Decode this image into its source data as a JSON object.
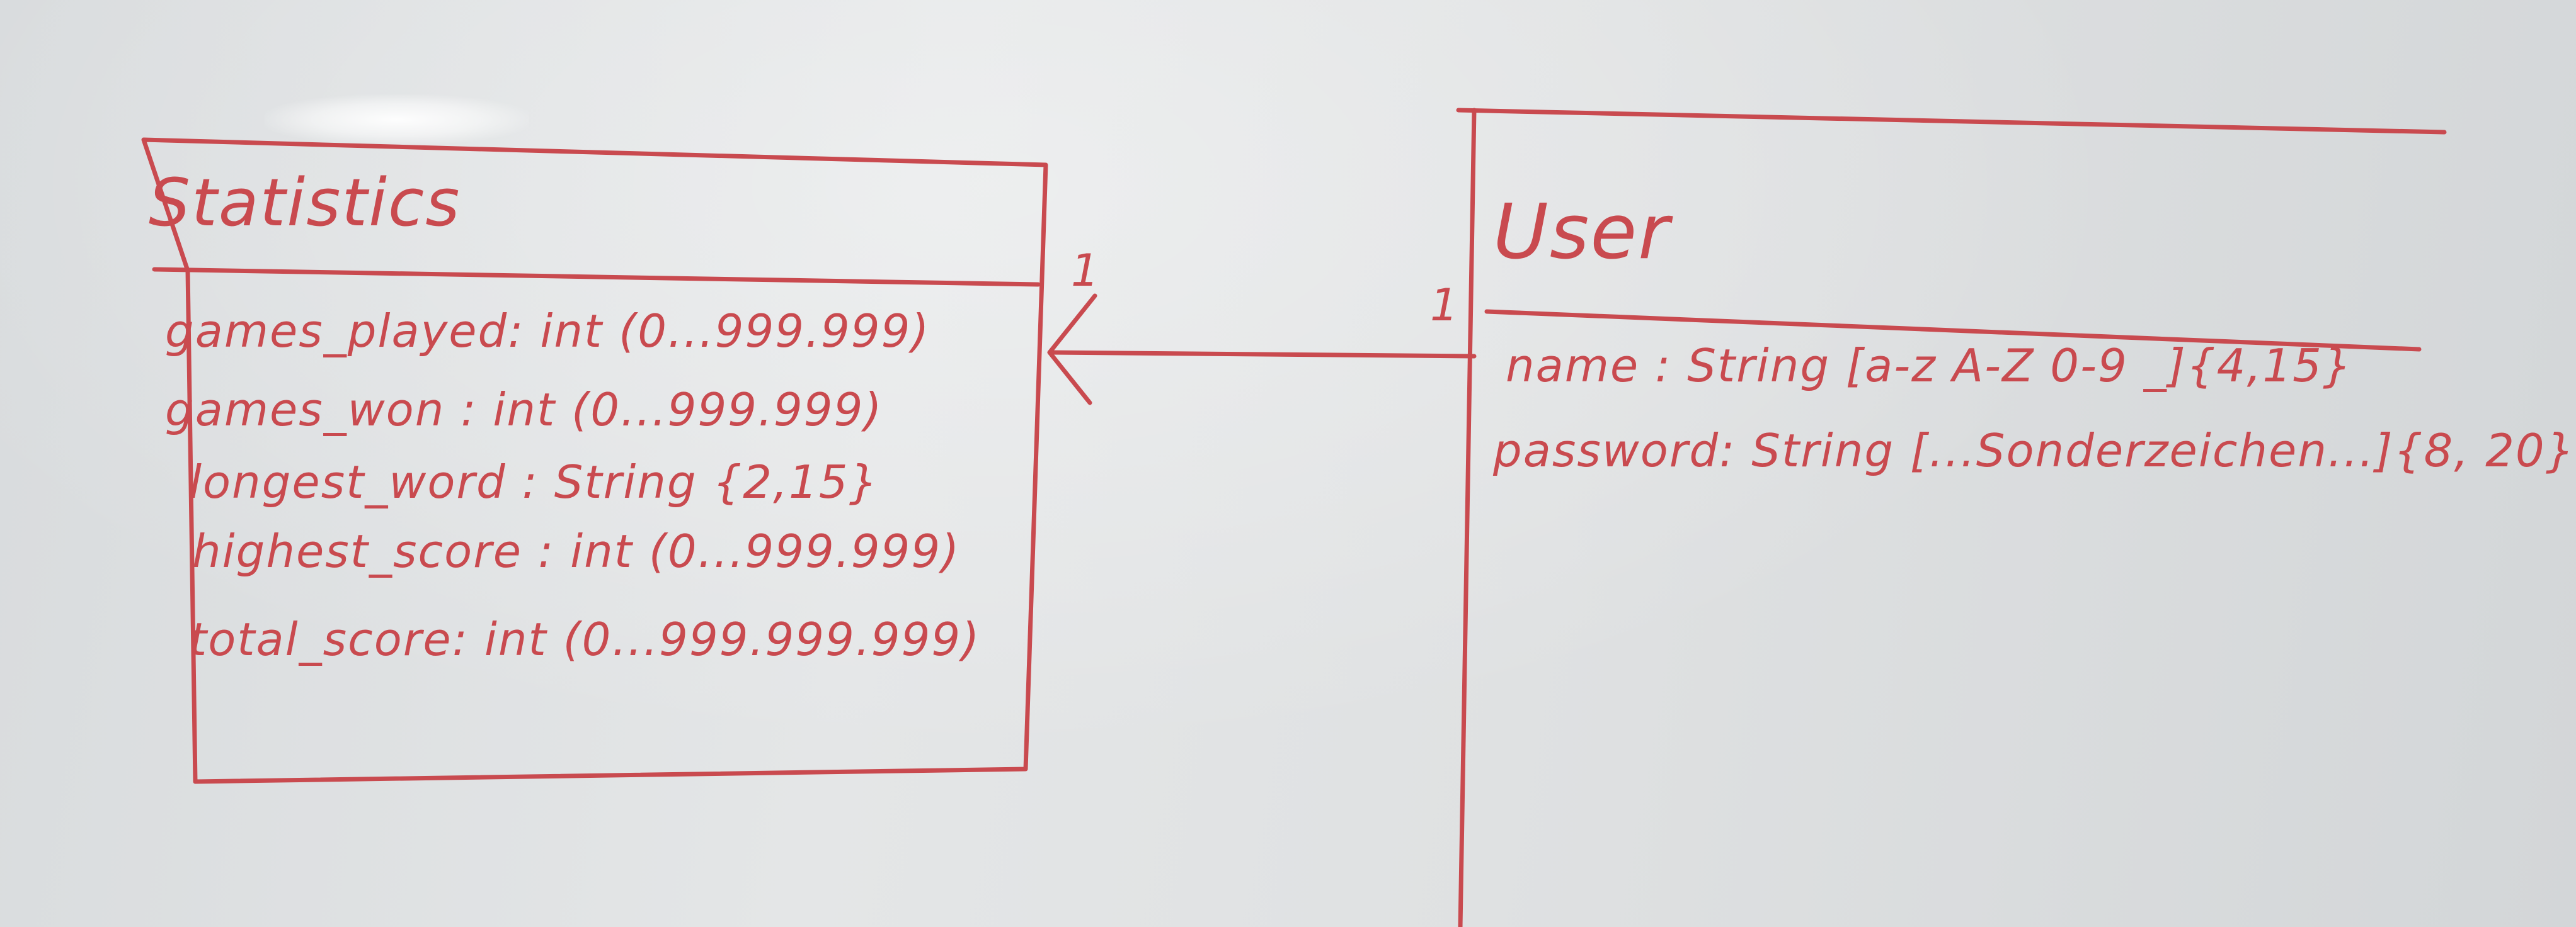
{
  "ink_color": "#c94a4f",
  "statistics": {
    "title": "Statistics",
    "attributes": [
      "games_played: int (0...999.999)",
      "games_won : int (0...999.999)",
      "longest_word : String {2,15}",
      "highest_score : int (0...999.999)",
      "total_score: int (0...999.999.999)"
    ]
  },
  "user": {
    "title": "User",
    "attributes": [
      "name : String [a-z A-Z 0-9 _]{4,15}",
      "password: String [...Sonderzeichen...]{8, 20}"
    ]
  },
  "association": {
    "statistics_multiplicity": "1",
    "user_multiplicity": "1"
  }
}
